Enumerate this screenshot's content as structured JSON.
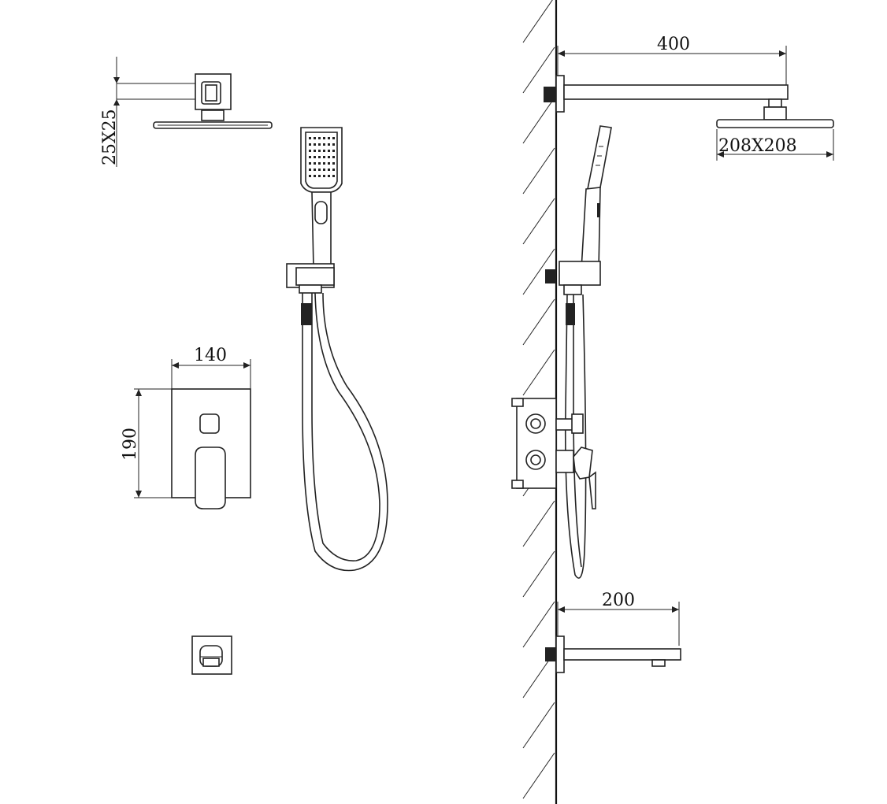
{
  "dimensions": {
    "shower_arm_square": "25X25",
    "mixer_width": "140",
    "mixer_height": "190",
    "shower_arm_length": "400",
    "head_size": "208X208",
    "spout_length": "200"
  },
  "colors": {
    "line": "#222222",
    "background": "#ffffff"
  }
}
